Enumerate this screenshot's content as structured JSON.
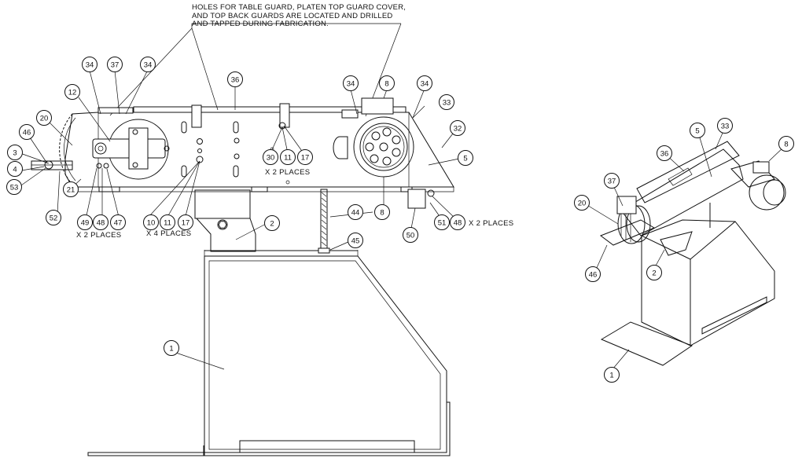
{
  "note": {
    "lines": [
      "HOLES FOR TABLE GUARD, PLATEN TOP GUARD COVER,",
      "AND TOP BACK GUARDS ARE LOCATED AND DRILLED",
      "AND TAPPED DURING FABRICATION."
    ]
  },
  "quantities": {
    "x2_a": "X 2 PLACES",
    "x2_b": "X 2 PLACES",
    "x4": "X 4 PLACES",
    "x2_c": "X 2 PLACES"
  },
  "balloons_front": [
    "34",
    "37",
    "34",
    "36",
    "34",
    "8",
    "34",
    "12",
    "33",
    "20",
    "32",
    "46",
    "5",
    "3",
    "30",
    "11",
    "17",
    "4",
    "53",
    "21",
    "52",
    "44",
    "8",
    "49",
    "48",
    "47",
    "10",
    "11",
    "17",
    "2",
    "50",
    "51",
    "48",
    "45",
    "1"
  ],
  "balloons_iso": [
    "33",
    "5",
    "36",
    "8",
    "37",
    "20",
    "46",
    "2",
    "1"
  ]
}
